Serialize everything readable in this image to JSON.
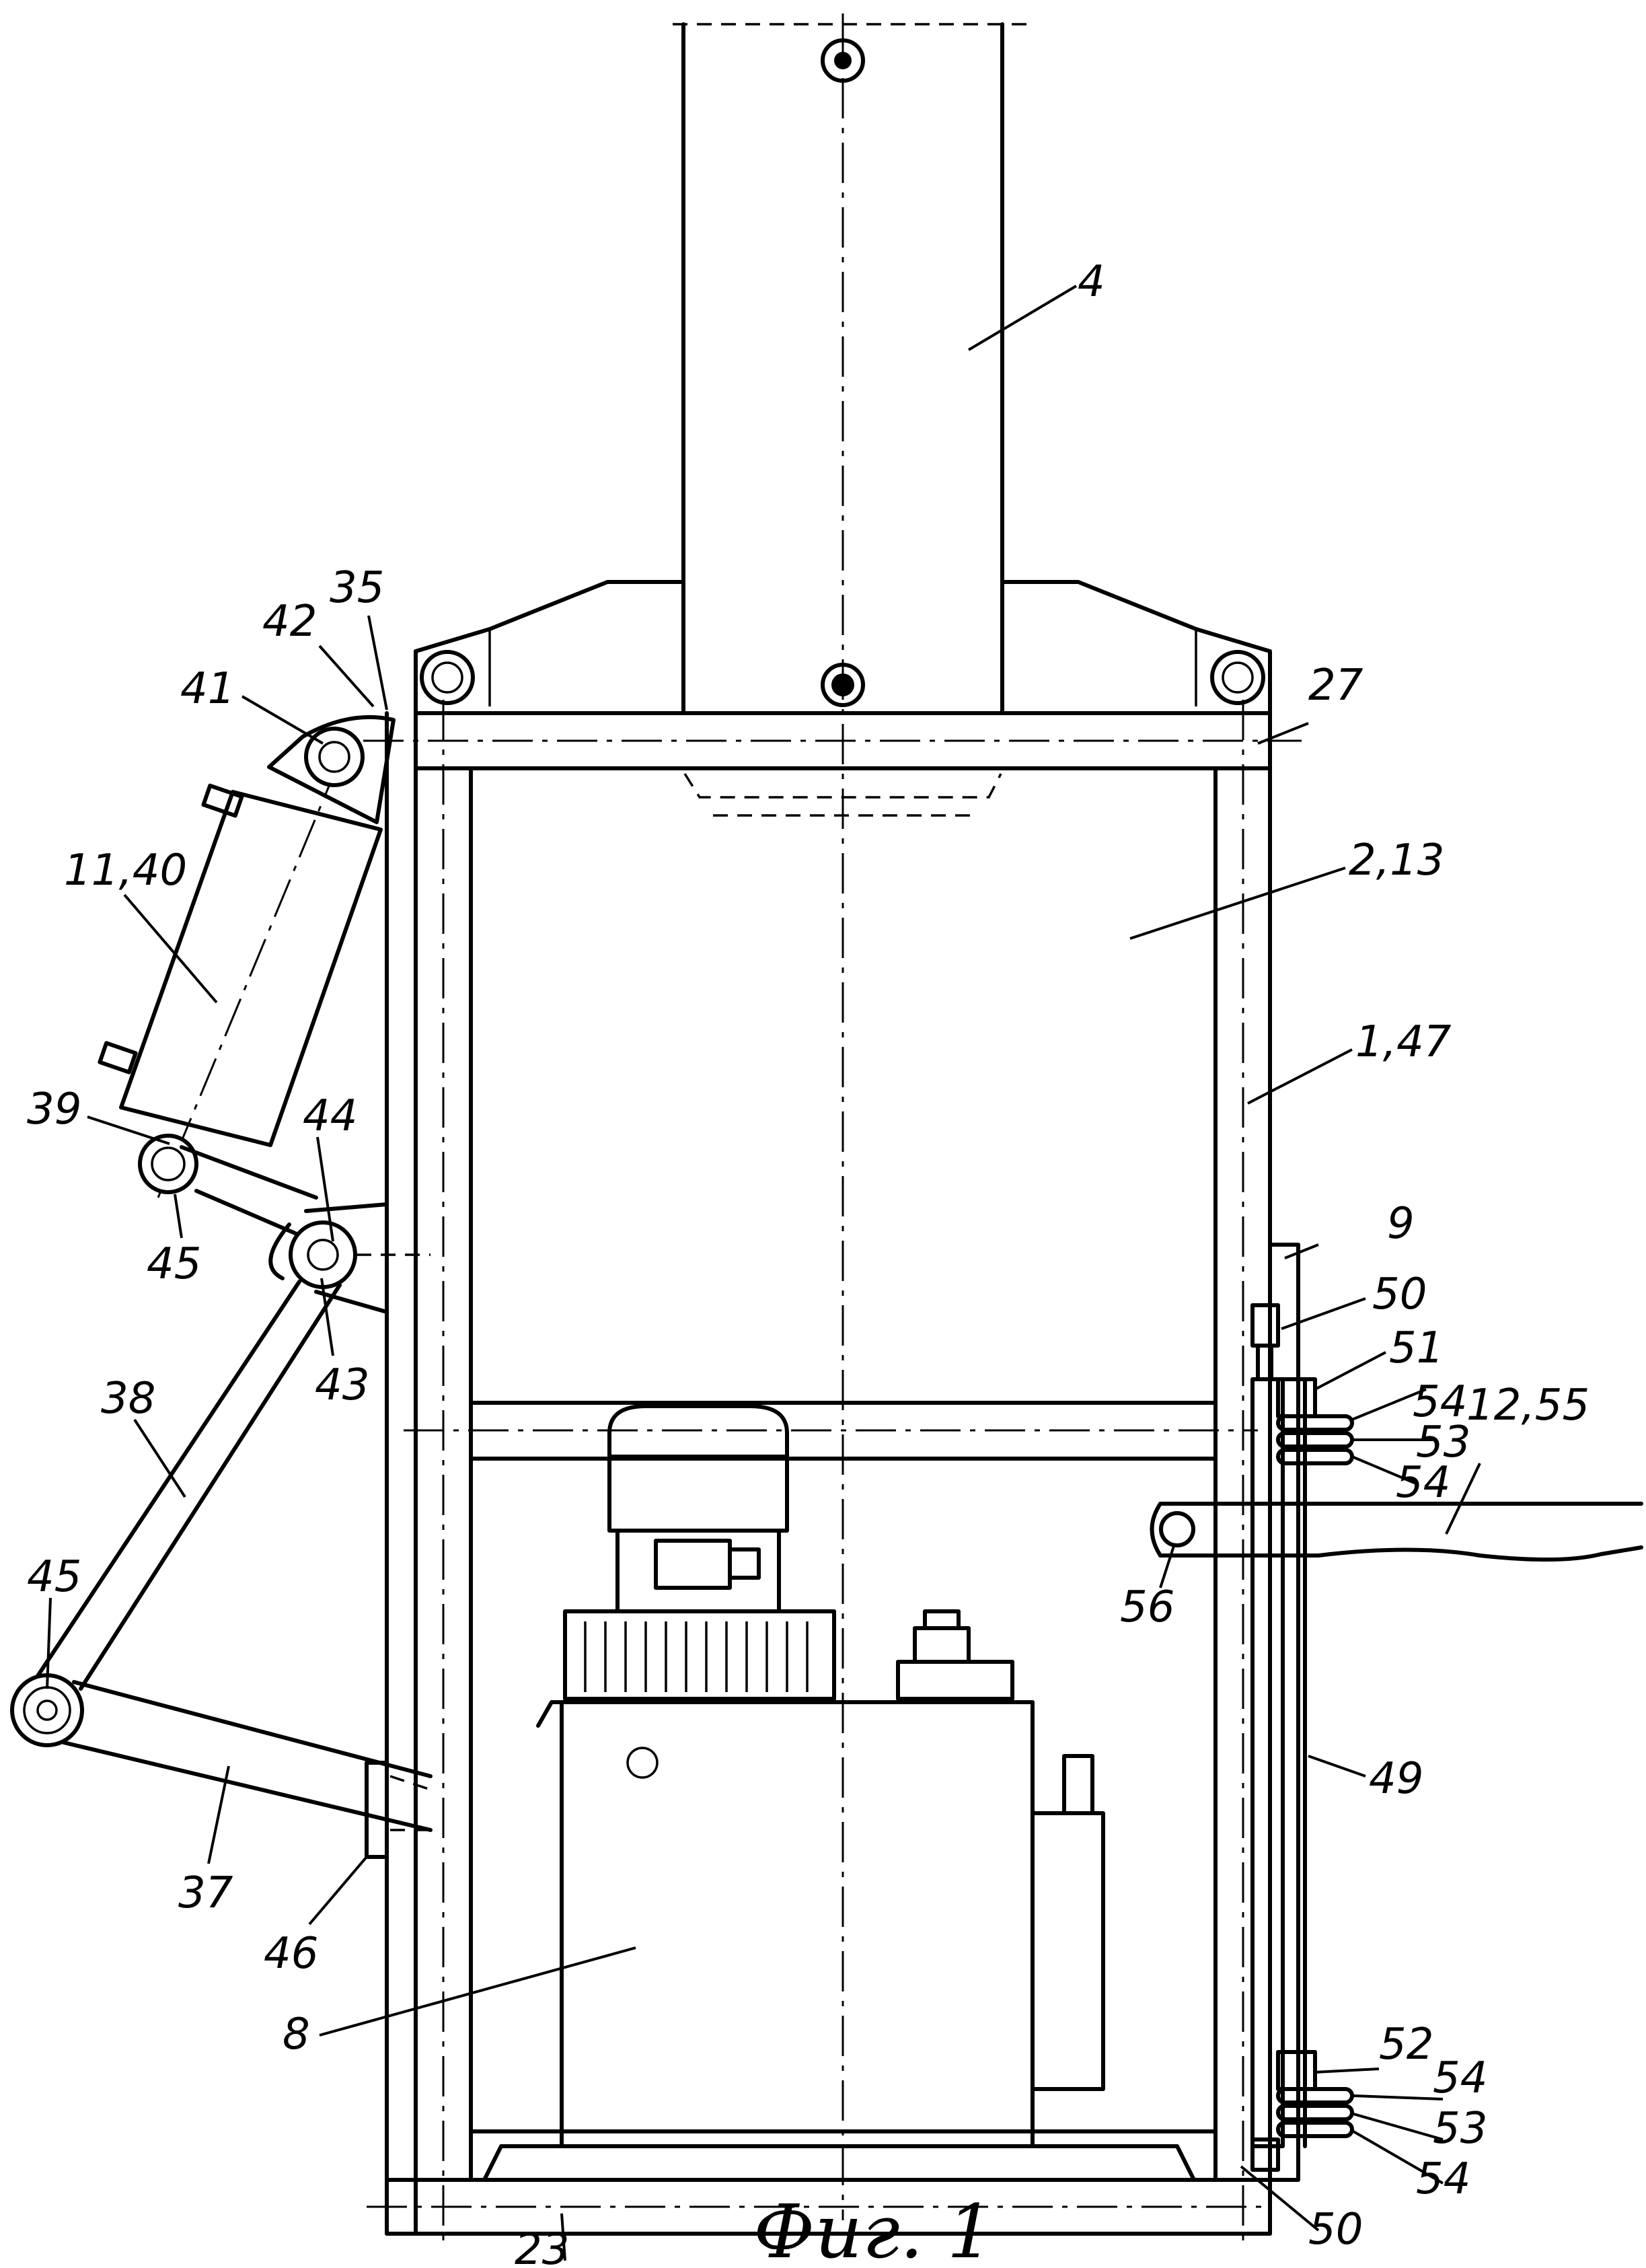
{
  "figure": {
    "caption": "Фиг. 1",
    "labels": {
      "l4": "4",
      "l2_13": "2,13",
      "l1_47": "1,47",
      "l27": "27",
      "l35": "35",
      "l42": "42",
      "l41": "41",
      "l11_40": "11,40",
      "l39": "39",
      "l44": "44",
      "l45a": "45",
      "l43": "43",
      "l38": "38",
      "l45b": "45",
      "l37": "37",
      "l46": "46",
      "l8": "8",
      "l23": "23",
      "l9": "9",
      "l50a": "50",
      "l51": "51",
      "l54a": "54",
      "l53a": "53",
      "l54b": "54",
      "l12_55": "12,55",
      "l56": "56",
      "l49": "49",
      "l52": "52",
      "l54c": "54",
      "l53b": "53",
      "l54d": "54",
      "l50b": "50"
    }
  }
}
